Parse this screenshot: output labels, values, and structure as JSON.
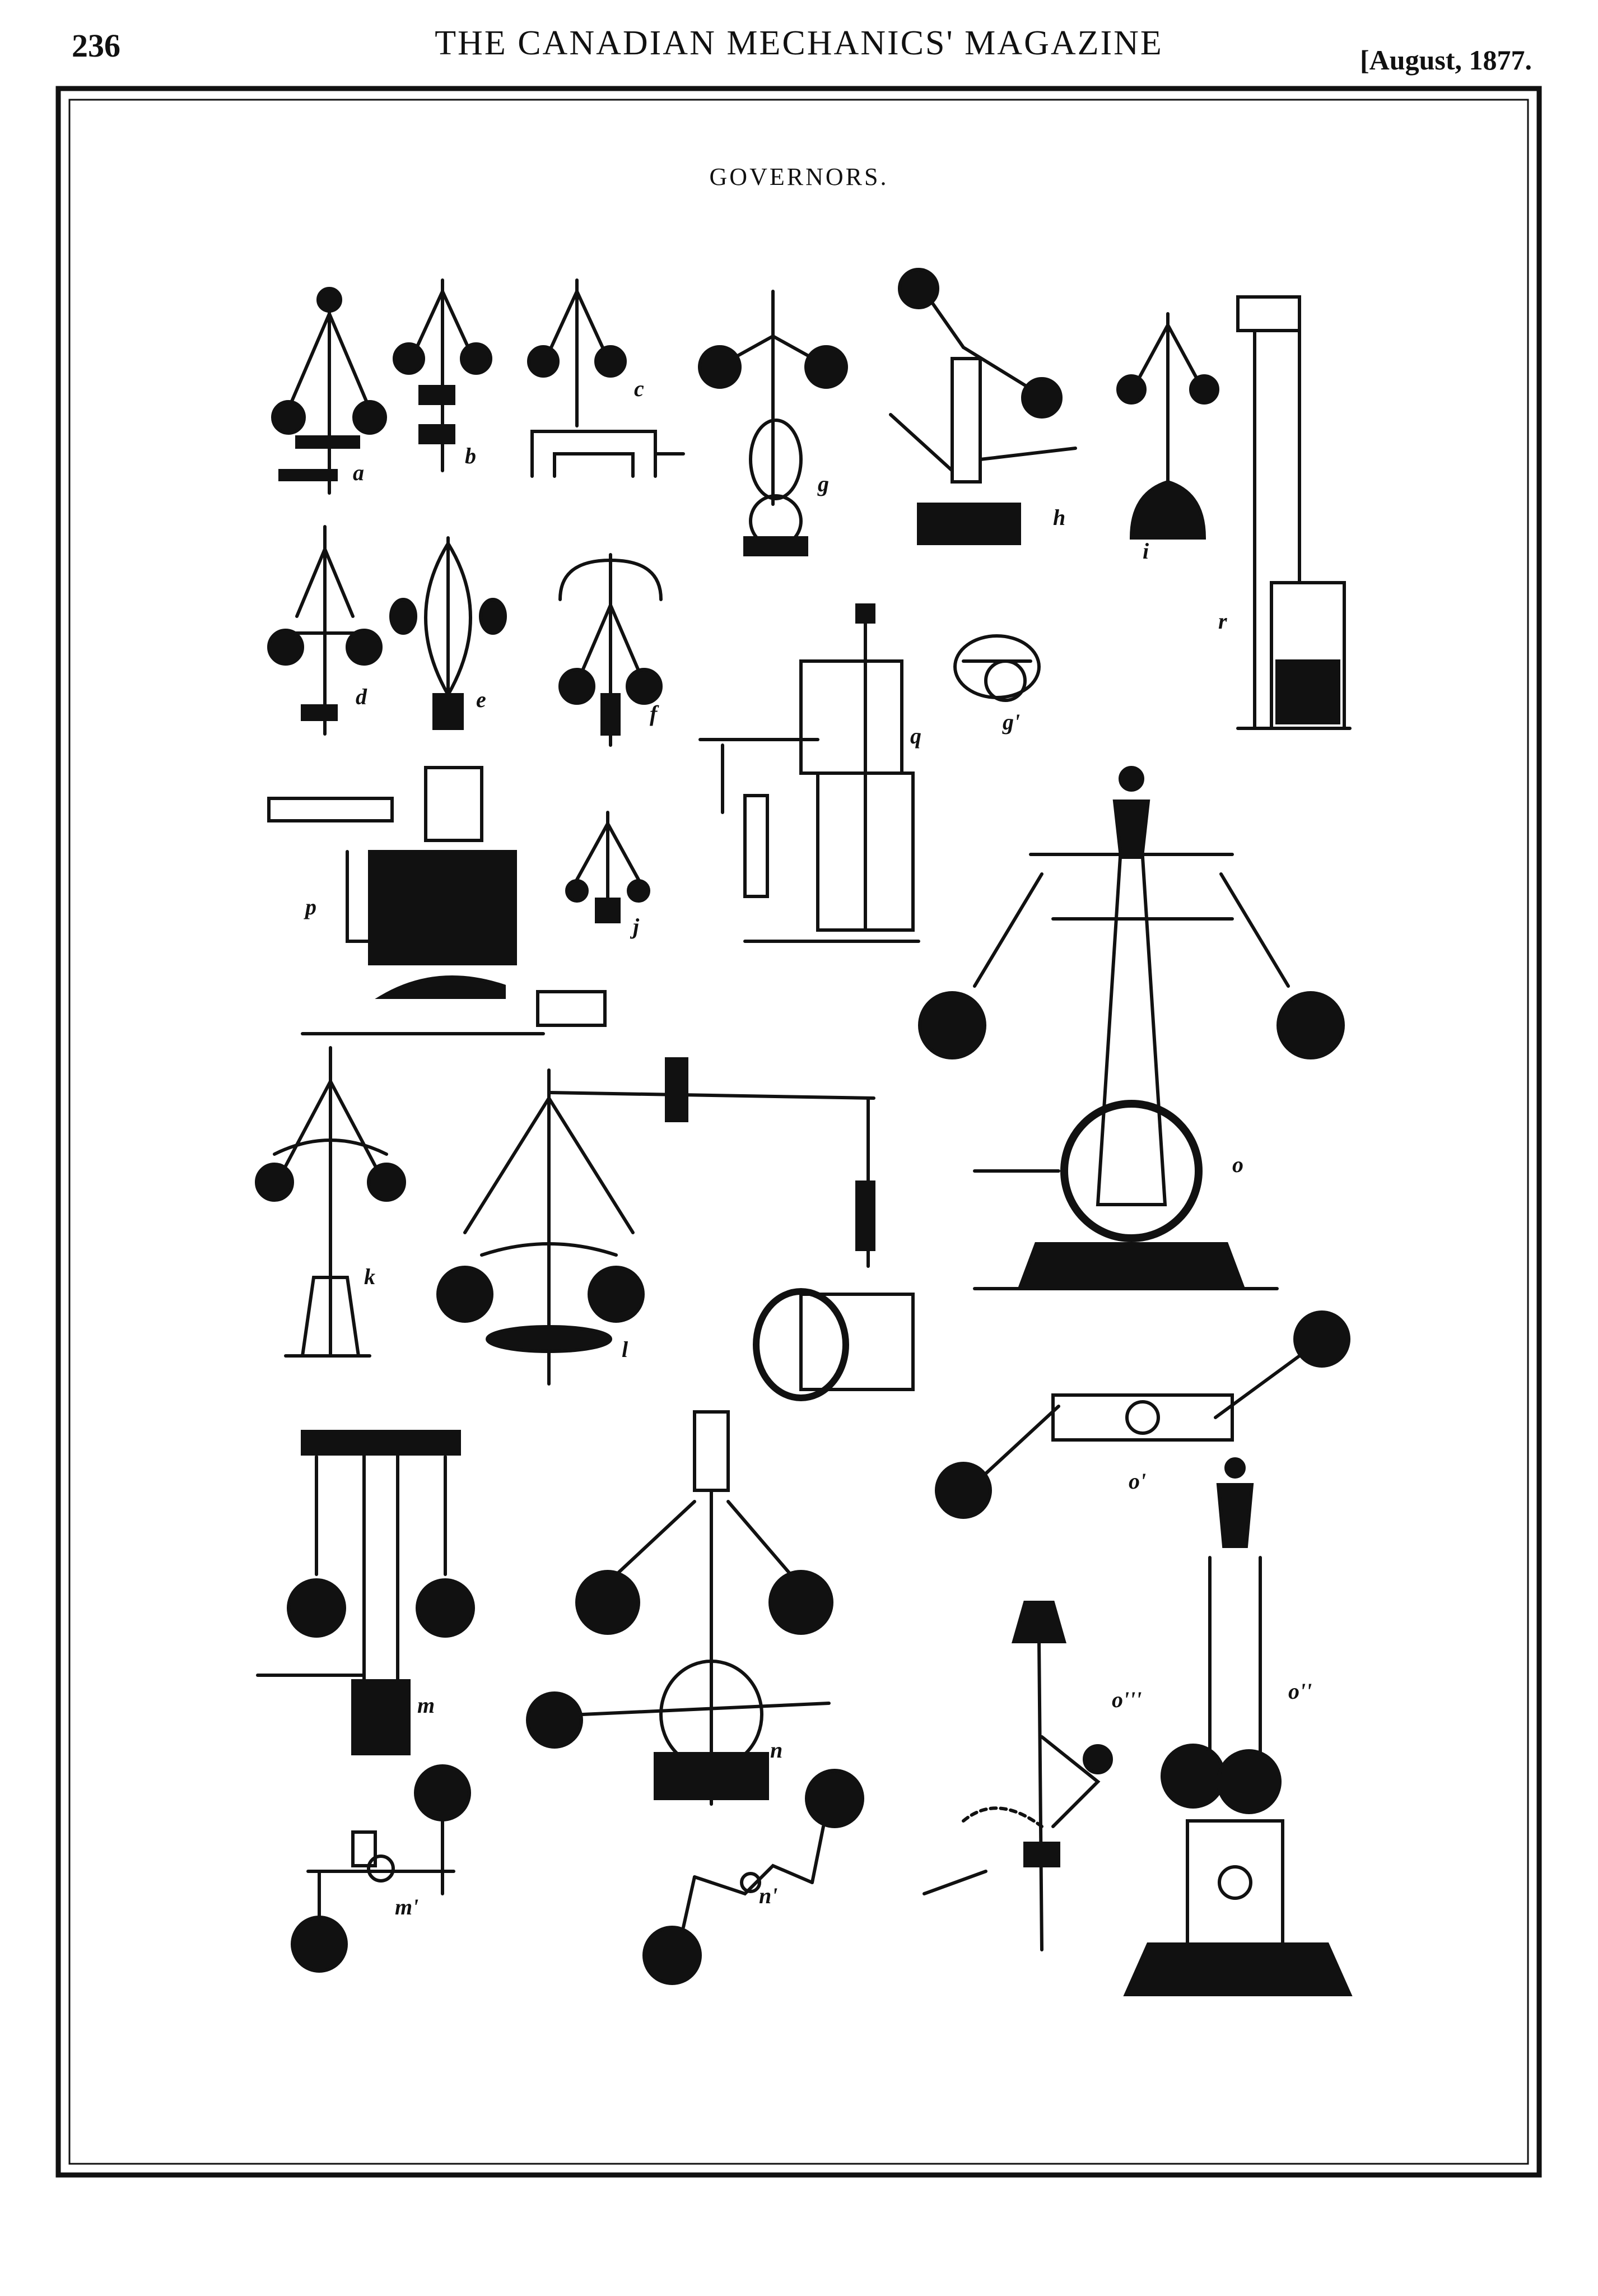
{
  "header": {
    "page_number": "236",
    "running_title": "THE CANADIAN MECHANICS' MAGAZINE",
    "date": "[August, 1877."
  },
  "plate": {
    "title": "GOVERNORS.",
    "labels": {
      "a": "a",
      "b": "b",
      "c": "c",
      "g": "g",
      "h": "h",
      "i": "i",
      "d": "d",
      "e": "e",
      "f": "f",
      "q": "q",
      "g2": "g'",
      "r": "r",
      "p": "p",
      "j": "j",
      "o": "o",
      "k": "k",
      "l": "l",
      "o2": "o'",
      "m": "m",
      "n": "n",
      "o3": "o'''",
      "o4": "o''",
      "m2": "m'",
      "n2": "n'"
    }
  }
}
